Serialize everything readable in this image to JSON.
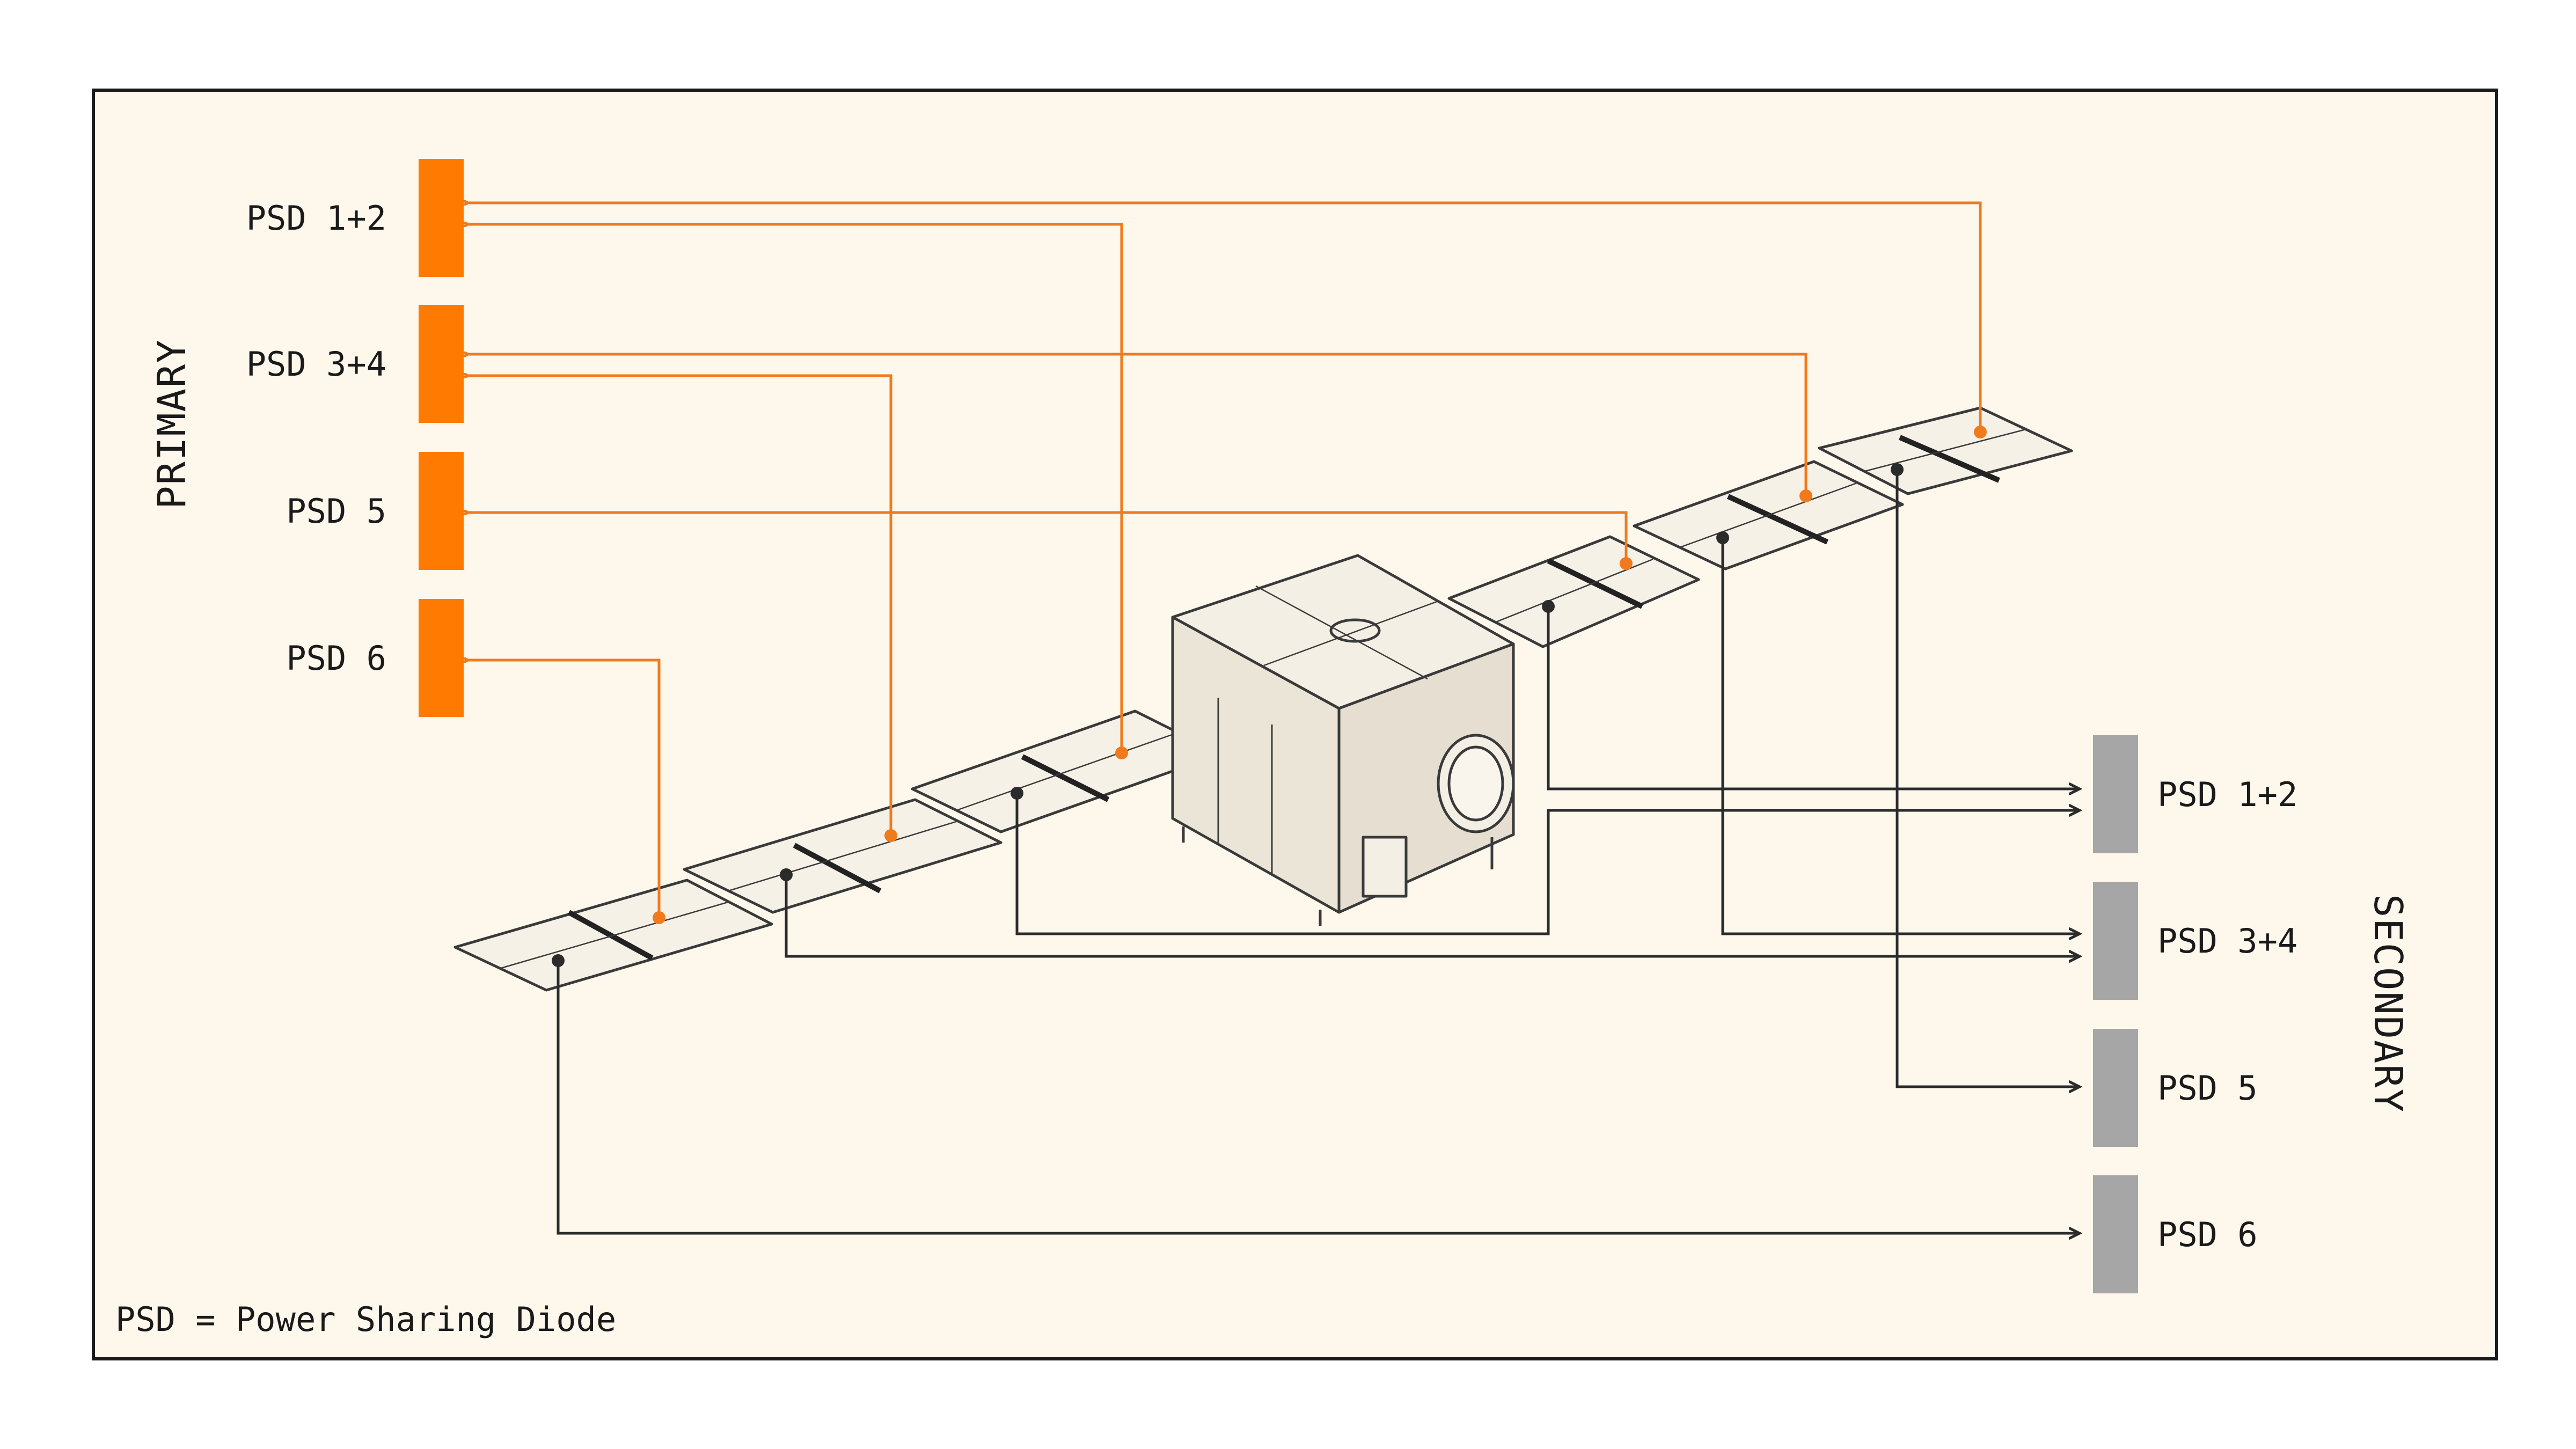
{
  "colors": {
    "background": "#fdf7ec",
    "frame": "#1a1a1a",
    "primary": "#ff7a00",
    "secondary": "#a6a6a6",
    "line_primary": "#f07a1c",
    "line_secondary": "#2b2b2b",
    "drawing": "#3a3a3a"
  },
  "primary": {
    "title": "PRIMARY",
    "blocks": [
      {
        "label": "PSD 1+2"
      },
      {
        "label": "PSD 3+4"
      },
      {
        "label": "PSD 5"
      },
      {
        "label": "PSD 6"
      }
    ]
  },
  "secondary": {
    "title": "SECONDARY",
    "blocks": [
      {
        "label": "PSD 1+2"
      },
      {
        "label": "PSD 3+4"
      },
      {
        "label": "PSD 5"
      },
      {
        "label": "PSD 6"
      }
    ]
  },
  "legend": {
    "note": "PSD = Power Sharing Diode"
  }
}
